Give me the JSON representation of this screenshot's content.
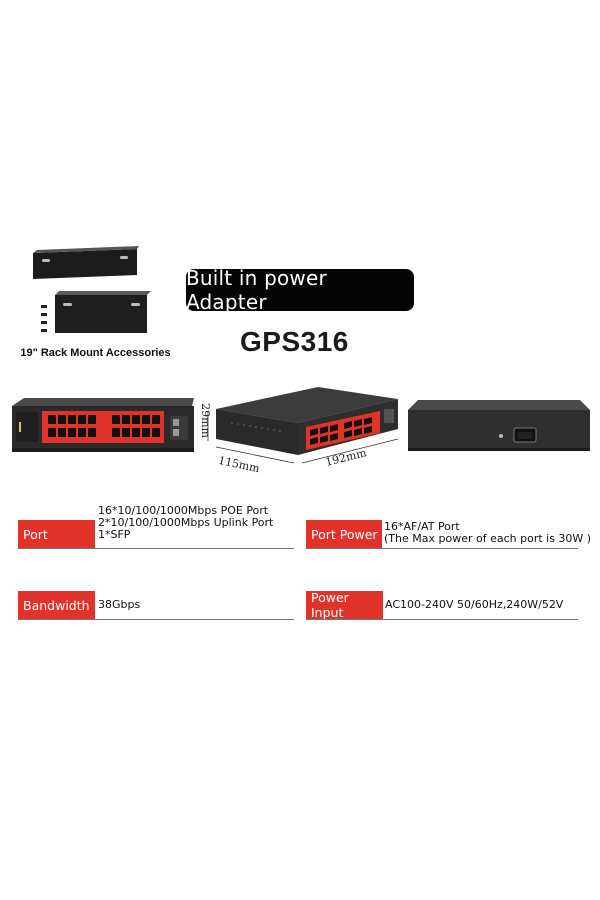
{
  "banner": {
    "text": "Built in power Adapter"
  },
  "model": {
    "name": "GPS316"
  },
  "accessories": {
    "label": "19\" Rack Mount Accessories"
  },
  "dimensions": {
    "height": "29mm",
    "depth": "115mm",
    "width": "192mm"
  },
  "specs": {
    "port": {
      "label": "Port",
      "lines": [
        "16*10/100/1000Mbps POE Port",
        "2*10/100/1000Mbps Uplink Port",
        "1*SFP"
      ]
    },
    "port_power": {
      "label": "Port Power",
      "lines": [
        "16*AF/AT Port",
        "(The Max power of each port is 30W )"
      ]
    },
    "bandwidth": {
      "label": "Bandwidth",
      "value": "38Gbps"
    },
    "power_input": {
      "label": "Power Input",
      "value": "AC100-240V 50/60Hz,240W/52V"
    }
  },
  "colors": {
    "accent": "#e2332b",
    "banner_bg": "#050505",
    "device_body": "#2e2e2e"
  }
}
